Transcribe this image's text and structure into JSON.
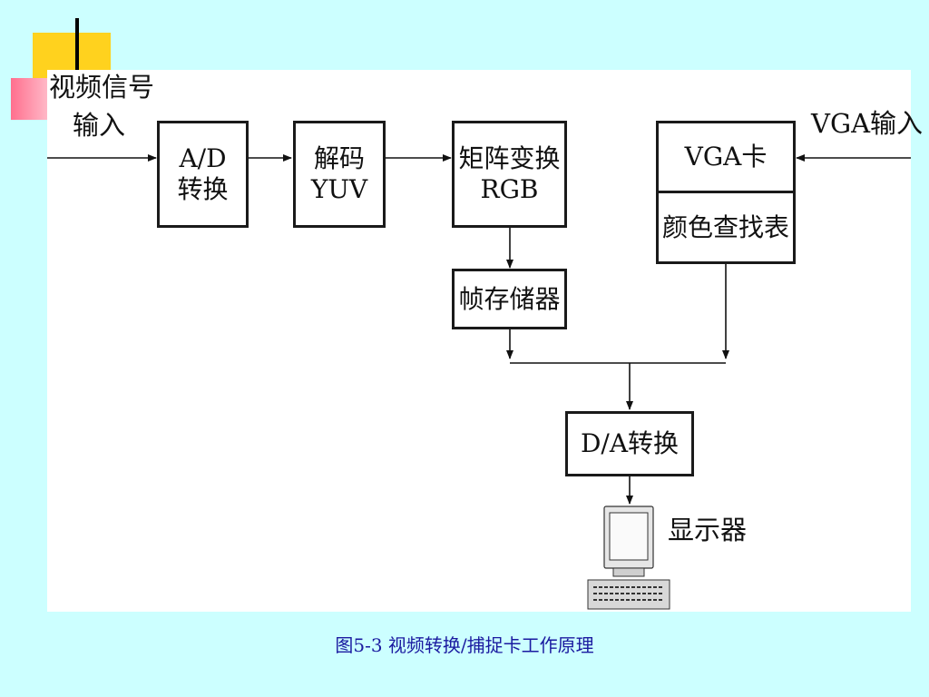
{
  "slide": {
    "caption": "图5-3 视频转换/捕捉卡工作原理",
    "background_color": "#ccffff",
    "accent_colors": [
      "#ffd21e",
      "#ffb3c1"
    ]
  },
  "diagram": {
    "inputs": {
      "video_line1": "视频信号",
      "video_line2": "输入",
      "vga": "VGA输入"
    },
    "blocks": {
      "ad": [
        "A/D",
        "转换"
      ],
      "decode": [
        "解码",
        "YUV"
      ],
      "matrix": [
        "矩阵变换",
        "RGB"
      ],
      "vga_card": "VGA卡",
      "color_lut": "颜色查找表",
      "frame_buffer": "帧存储器",
      "da": "D/A转换"
    },
    "output": {
      "monitor_label": "显示器",
      "monitor_icon": "monitor-icon"
    }
  }
}
